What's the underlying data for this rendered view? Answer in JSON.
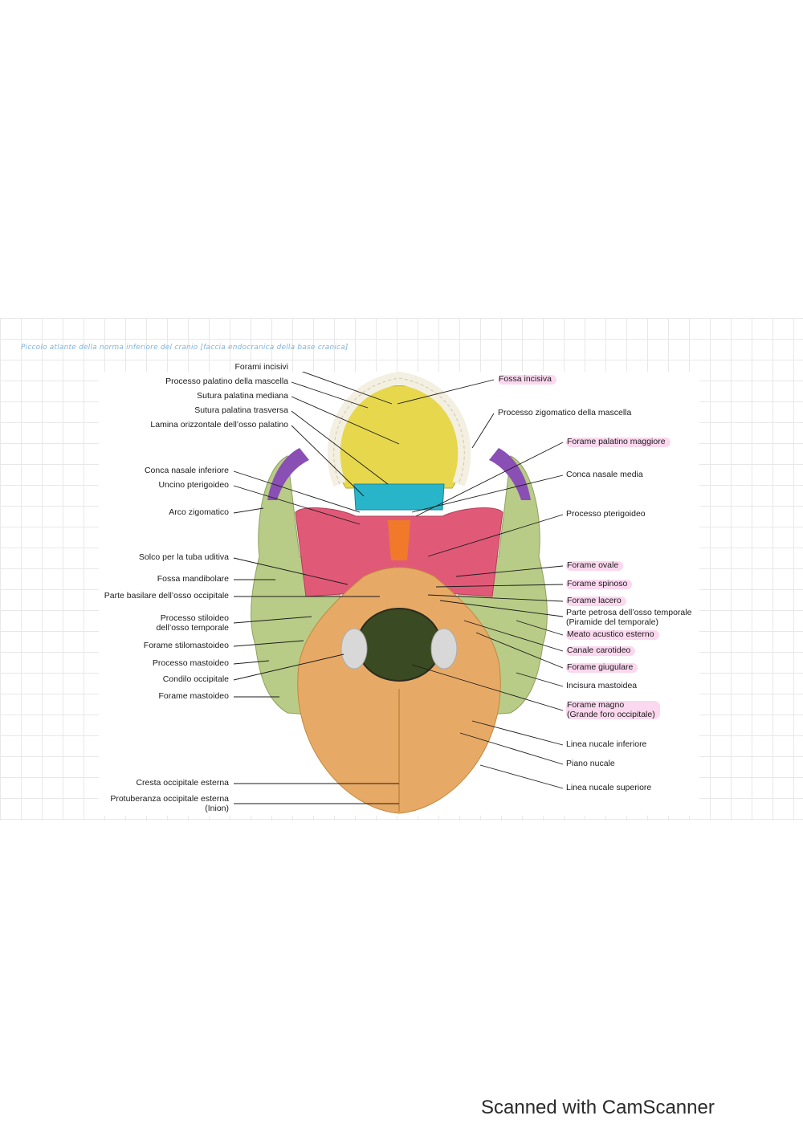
{
  "heading": "Piccolo atlante della norma inferiore del cranio [faccia endocranica della base cranica]",
  "footer": "Scanned with CamScanner",
  "labels_left": [
    {
      "id": "forami-incisivi",
      "text": "Forami incisivi"
    },
    {
      "id": "processo-palatino-mascella",
      "text": "Processo palatino della mascella"
    },
    {
      "id": "sutura-palatina-mediana",
      "text": "Sutura palatina mediana"
    },
    {
      "id": "sutura-palatina-trasversa",
      "text": "Sutura palatina trasversa"
    },
    {
      "id": "lamina-orizzontale",
      "text": "Lamina orizzontale dell’osso palatino"
    },
    {
      "id": "conca-nasale-inferiore",
      "text": "Conca nasale inferiore"
    },
    {
      "id": "uncino-pterigoideo",
      "text": "Uncino pterigoideo"
    },
    {
      "id": "arco-zigomatico",
      "text": "Arco zigomatico"
    },
    {
      "id": "solco-tuba-uditiva",
      "text": "Solco per la tuba uditiva"
    },
    {
      "id": "fossa-mandibolare",
      "text": "Fossa mandibolare"
    },
    {
      "id": "parte-basilare",
      "text": "Parte basilare dell’osso occipitale"
    },
    {
      "id": "processo-stiloideo",
      "text": "Processo stiloideo",
      "text2": "dell’osso temporale"
    },
    {
      "id": "forame-stilomastoideo",
      "text": "Forame stilomastoideo"
    },
    {
      "id": "processo-mastoideo",
      "text": "Processo mastoideo"
    },
    {
      "id": "condilo-occipitale",
      "text": "Condilo occipitale"
    },
    {
      "id": "forame-mastoideo",
      "text": "Forame mastoideo"
    },
    {
      "id": "cresta-occipitale-esterna",
      "text": "Cresta occipitale esterna"
    },
    {
      "id": "protuberanza-occipitale",
      "text": "Protuberanza occipitale esterna",
      "text2": "(Inion)"
    }
  ],
  "labels_right": [
    {
      "id": "fossa-incisiva",
      "text": "Fossa incisiva",
      "highlight": true
    },
    {
      "id": "processo-zigomatico-mascella",
      "text": "Processo zigomatico della mascella",
      "highlight": false
    },
    {
      "id": "forame-palatino-maggiore",
      "text": "Forame palatino maggiore",
      "highlight": true
    },
    {
      "id": "conca-nasale-media",
      "text": "Conca nasale media",
      "highlight": false
    },
    {
      "id": "processo-pterigoideo",
      "text": "Processo pterigoideo",
      "highlight": false
    },
    {
      "id": "forame-ovale",
      "text": "Forame ovale",
      "highlight": true
    },
    {
      "id": "forame-spinoso",
      "text": "Forame spinoso",
      "highlight": true
    },
    {
      "id": "forame-lacero",
      "text": "Forame lacero",
      "highlight": true
    },
    {
      "id": "parte-petrosa",
      "text": "Parte petrosa dell’osso temporale",
      "text2": "(Piramide del temporale)",
      "highlight": false
    },
    {
      "id": "meato-acustico-esterno",
      "text": "Meato acustico esterno",
      "highlight": true
    },
    {
      "id": "canale-carotideo",
      "text": "Canale carotideo",
      "highlight": true
    },
    {
      "id": "forame-giugulare",
      "text": "Forame giugulare",
      "highlight": true
    },
    {
      "id": "incisura-mastoidea",
      "text": "Incisura mastoidea",
      "highlight": false
    },
    {
      "id": "forame-magno",
      "text": "Forame magno",
      "text2": "(Grande foro occipitale)",
      "highlight": true
    },
    {
      "id": "linea-nucale-inferiore",
      "text": "Linea nucale inferiore",
      "highlight": false
    },
    {
      "id": "piano-nucale",
      "text": "Piano nucale",
      "highlight": false
    },
    {
      "id": "linea-nucale-superiore",
      "text": "Linea nucale superiore",
      "highlight": false
    }
  ],
  "colors": {
    "maxilla": "#e6d74c",
    "palatine": "#29b5c9",
    "sphenoid": "#e05a78",
    "vomer": "#f07a2a",
    "temporal": "#b9cc87",
    "occipital": "#e7aa66",
    "zygomatic": "#8a4fb5",
    "teeth": "#f3efe1",
    "highlight": "#fbd8ef",
    "heading": "#7fb3da"
  }
}
